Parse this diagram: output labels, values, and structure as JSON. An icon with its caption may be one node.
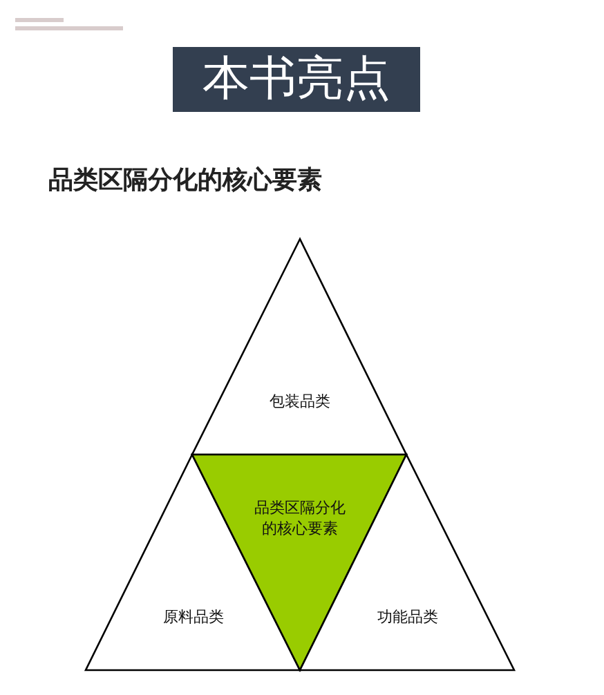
{
  "diagram": {
    "title": "本书亮点",
    "nodes": [
      {
        "text": [
          "包装品类"
        ]
      },
      {
        "text": [
          "原料品类"
        ]
      },
      {
        "text": [
          "品类区隔分化的核心要素"
        ]
      },
      {
        "text": [
          "功能品类"
        ]
      }
    ],
    "edges": [],
    "labels": [
      "品类区隔分化的核心要素"
    ]
  }
}
